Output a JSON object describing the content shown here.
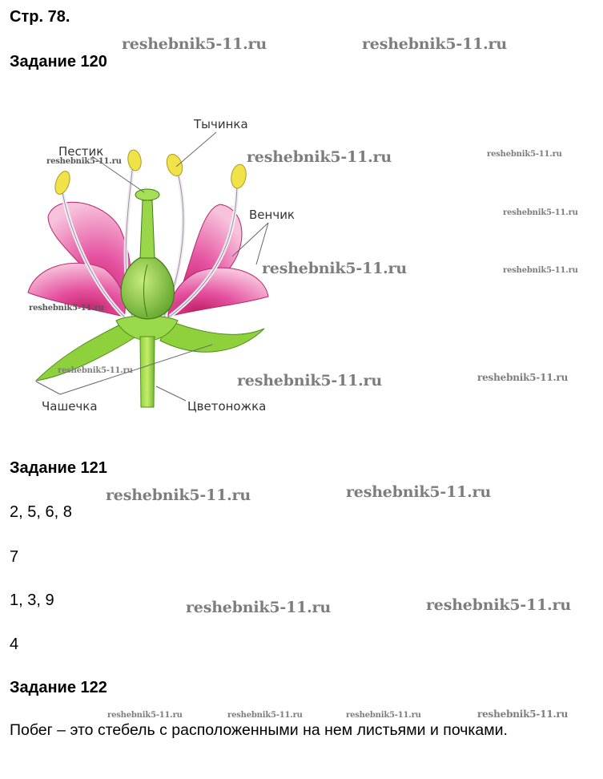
{
  "header": {
    "page": "Стр. 78."
  },
  "task120": {
    "title": "Задание 120",
    "labels": {
      "stamen": "Тычинка",
      "pistil": "Пестик",
      "corolla": "Венчик",
      "calyx": "Чашечка",
      "pedicel": "Цветоножка"
    }
  },
  "task121": {
    "title": "Задание 121",
    "answers": [
      "2, 5, 6, 8",
      "7",
      "1, 3, 9",
      "4"
    ]
  },
  "task122": {
    "title": "Задание 122",
    "text": "Побег – это стебель с расположенными на нем листьями и почками."
  },
  "watermark": {
    "text": "reshebnik5-11.ru"
  },
  "colors": {
    "petal": "#e24f9a",
    "petal_light": "#f8bcd9",
    "green": "#7fc534",
    "anther": "#f2e24a"
  }
}
